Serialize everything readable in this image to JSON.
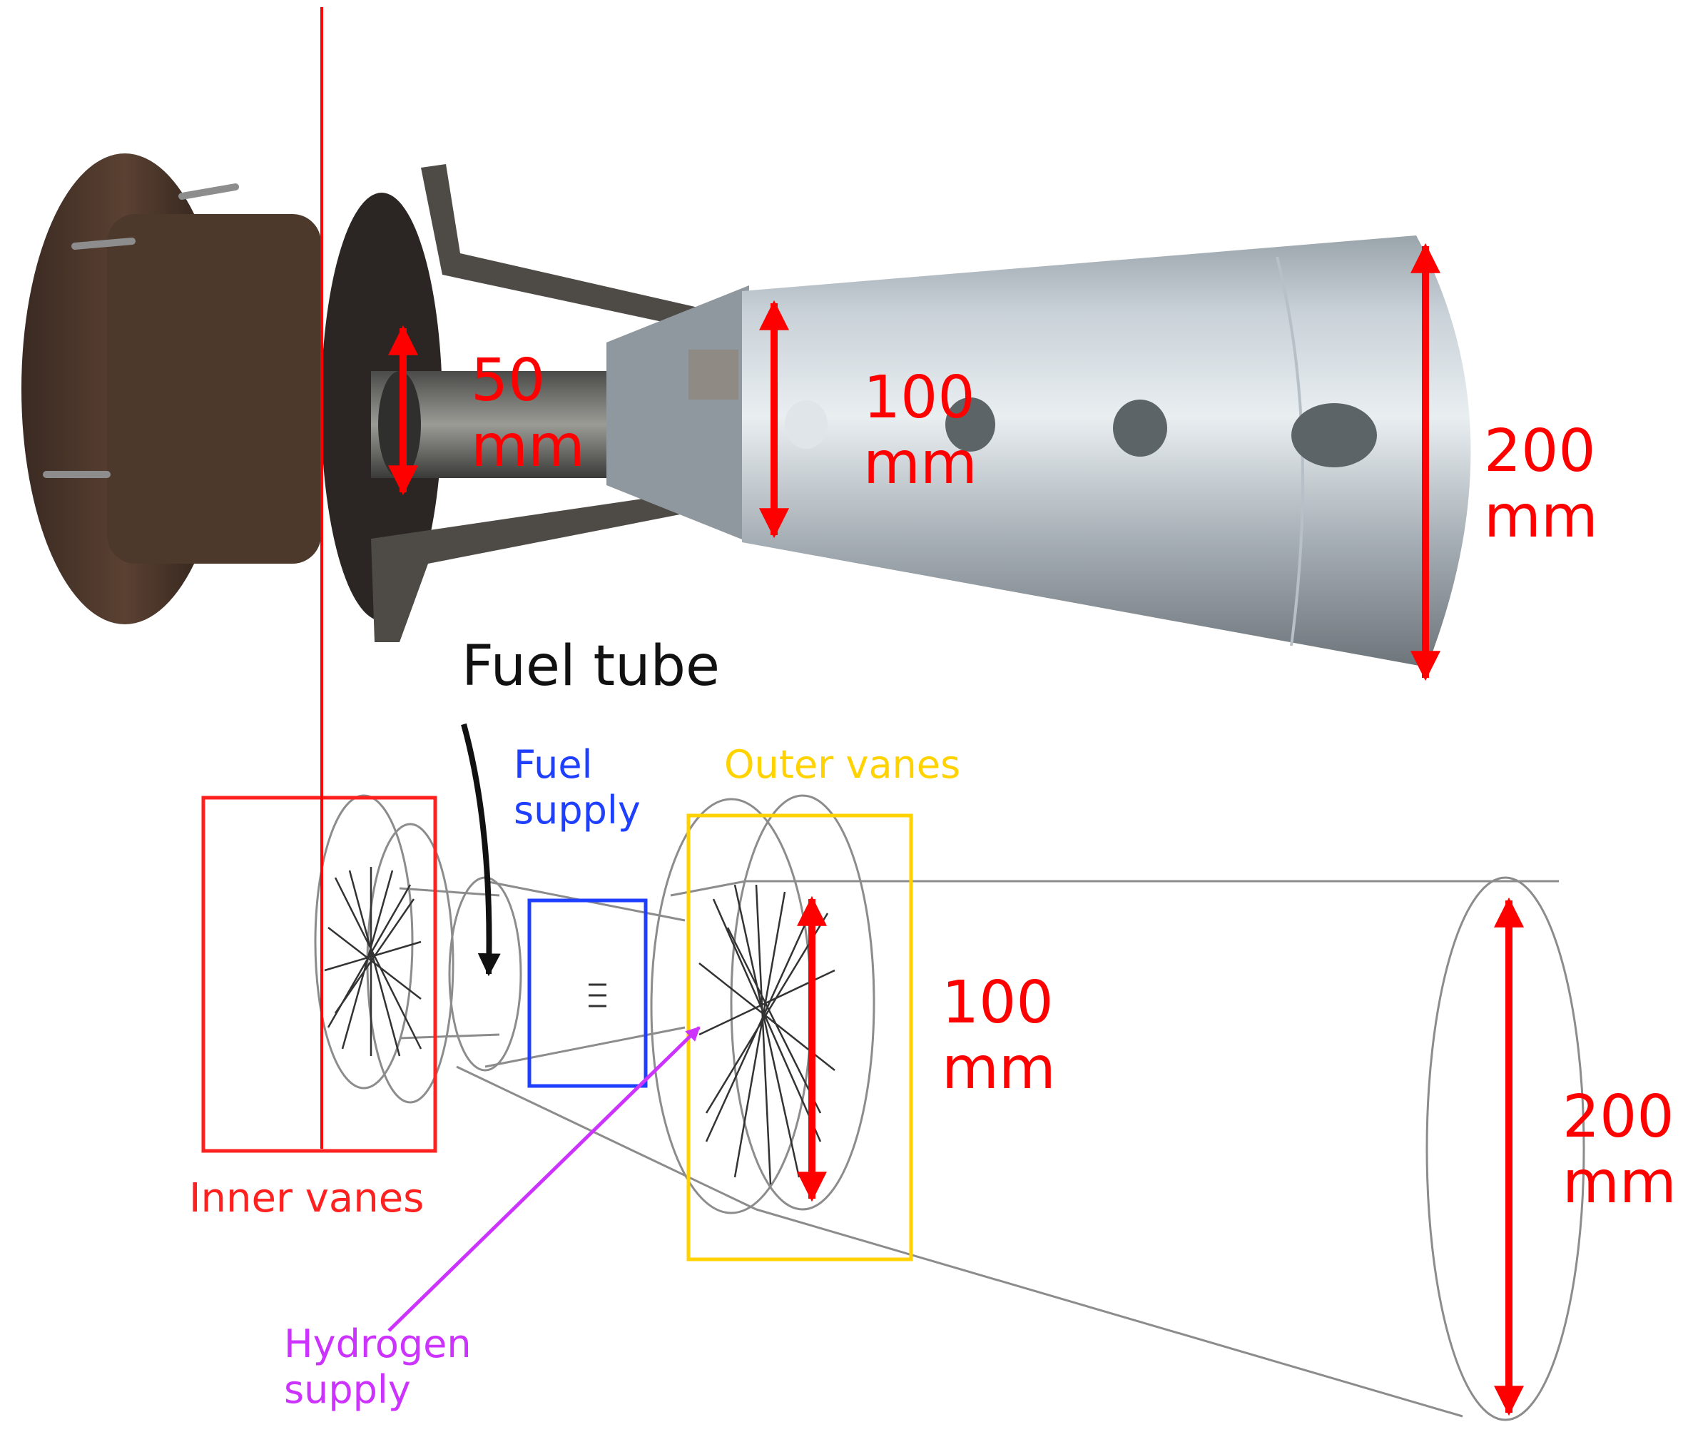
{
  "labels": {
    "photo_dim_50": [
      "50",
      "mm"
    ],
    "photo_dim_100": [
      "100",
      "mm"
    ],
    "photo_dim_200": [
      "200",
      "mm"
    ],
    "fuel_tube": "Fuel tube",
    "fuel_supply": [
      "Fuel",
      "supply"
    ],
    "outer_vanes": "Outer vanes",
    "inner_vanes": "Inner vanes",
    "hydrogen_supply": [
      "Hydrogen",
      "supply"
    ],
    "diagram_dim_100": [
      "100",
      "mm"
    ],
    "diagram_dim_200": [
      "200",
      "mm"
    ]
  },
  "colors": {
    "dimension": "#ff0000",
    "inner_vanes": "#ff2020",
    "fuel_supply": "#1f3fff",
    "outer_vanes": "#ffd200",
    "hydrogen_supply": "#cc33ff",
    "fuel_tube": "#111111",
    "wireframe": "#8c8c8c"
  }
}
